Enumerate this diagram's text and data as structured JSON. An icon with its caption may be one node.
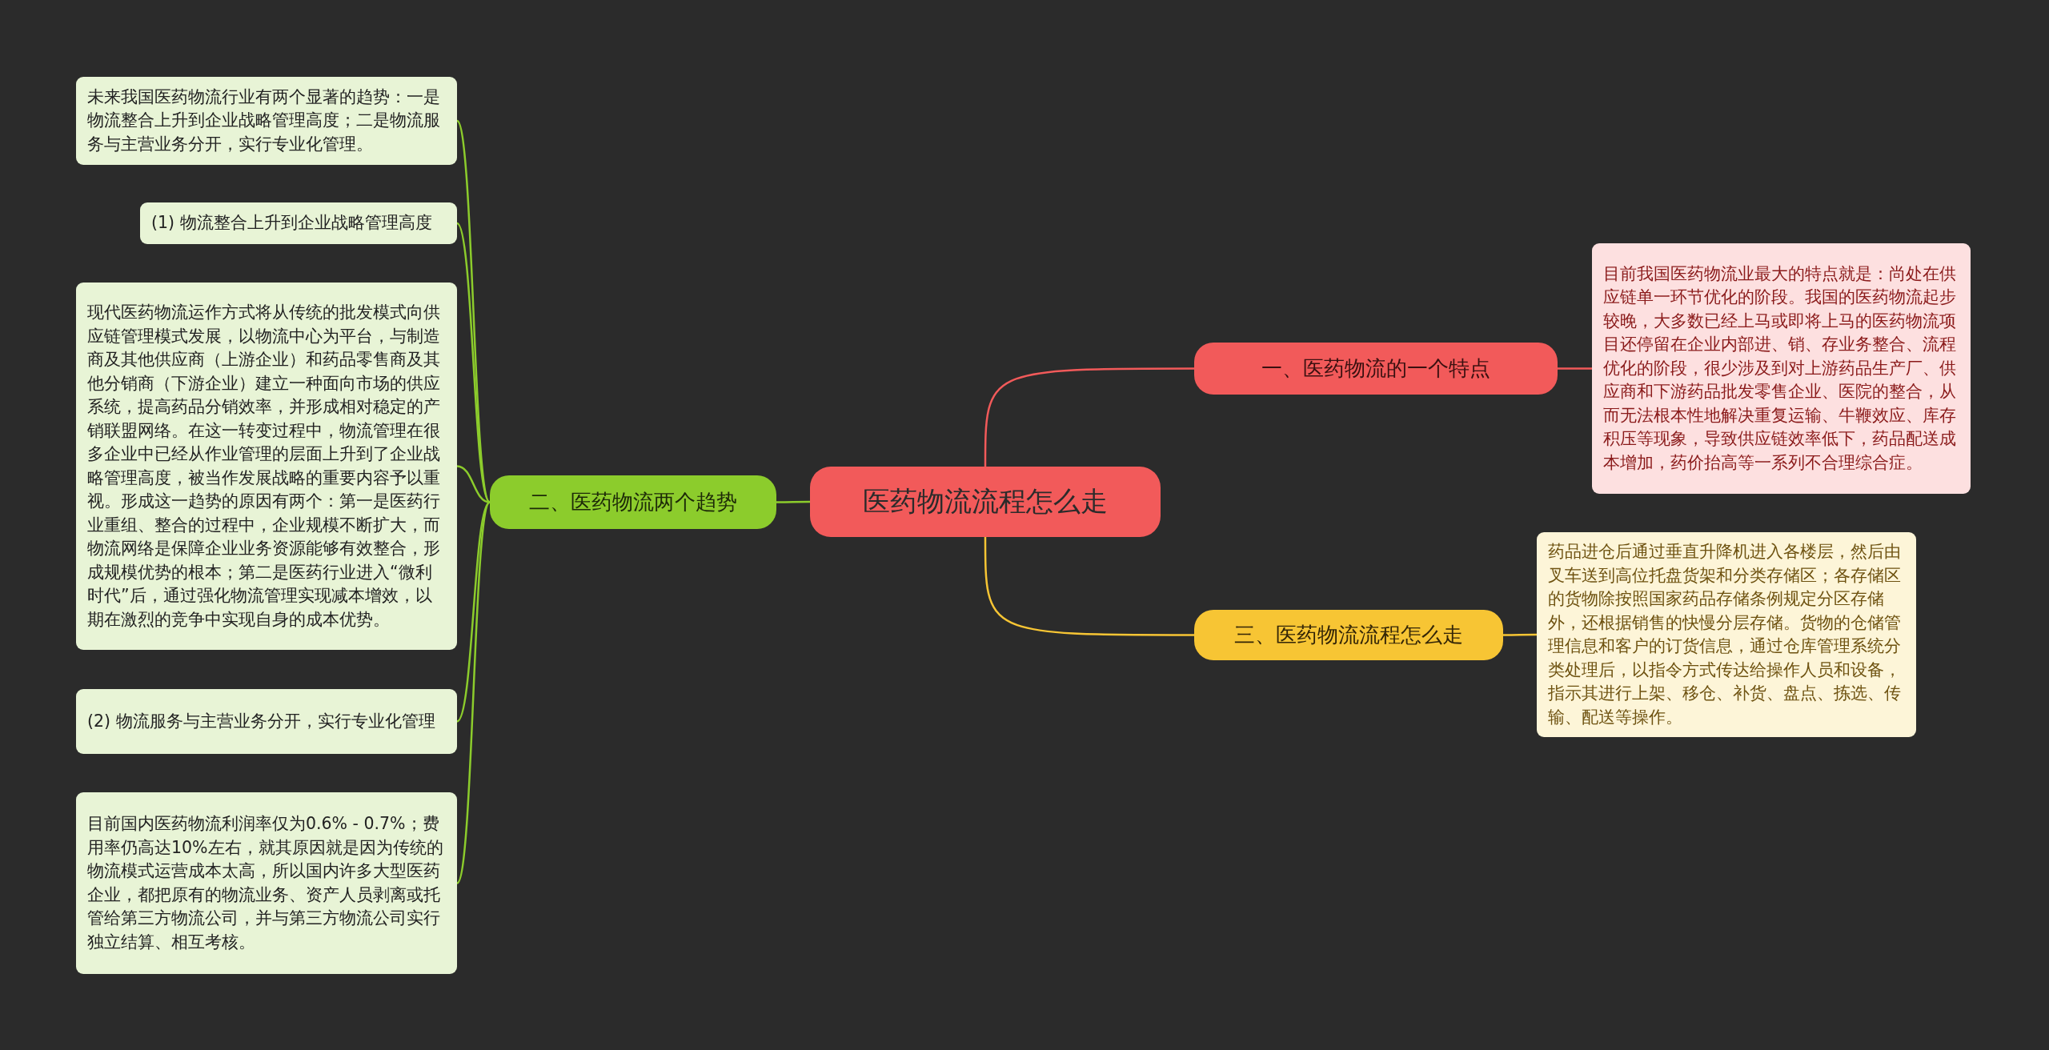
{
  "diagram": {
    "nodes": [
      {
        "text": [
          "医药物流流程怎么走"
        ]
      },
      {
        "text": [
          "一、医药物流的一个特点"
        ]
      },
      {
        "text": [
          "目前我国医药物流业最大的特点就是：尚处在供应链单一环节优化的阶段。我国的医药物流起步较晚，大多数已经上马或即将上马的医药物流项目还停留在企业内部进、销、存业务整合、流程优化的阶段，很少涉及到对上游药品生产厂、供应商和下游药品批发零售企业、医院的整合，从而无法根本性地解决重复运输、牛鞭效应、库存积压等现象，导致供应链效率低下，药品配送成本增加，药价抬高等一系列不合理综合症。"
        ]
      },
      {
        "text": [
          "二、医药物流两个趋势"
        ]
      },
      {
        "text": [
          "未来我国医药物流行业有两个显著的趋势：一是物流整合上升到企业战略管理高度；二是物流服务与主营业务分开，实行专业化管理。"
        ]
      },
      {
        "text": [
          "(1) 物流整合上升到企业战略管理高度"
        ]
      },
      {
        "text": [
          "现代医药物流运作方式将从传统的批发模式向供应链管理模式发展，以物流中心为平台，与制造商及其他供应商（上游企业）和药品零售商及其他分销商（下游企业）建立一种面向市场的供应系统，提高药品分销效率，并形成相对稳定的产销联盟网络。在这一转变过程中，物流管理在很多企业中已经从作业管理的层面上升到了企业战略管理高度，被当作发展战略的重要内容予以重视。形成这一趋势的原因有两个：第一是医药行业重组、整合的过程中，企业规模不断扩大，而物流网络是保障企业业务资源能够有效整合，形成规模优势的根本；第二是医药行业进入“微利时代”后，通过强化物流管理实现减本增效，以期在激烈的竞争中实现自身的成本优势。"
        ]
      },
      {
        "text": [
          "(2) 物流服务与主营业务分开，实行专业化管理"
        ]
      },
      {
        "text": [
          "目前国内医药物流利润率仅为0.6% -  0.7%；费用率仍高达10%左右，就其原因就是因为传统的物流模式运营成本太高，所以国内许多大型医药企业，都把原有的物流业务、资产人员剥离或托管给第三方物流公司，并与第三方物流公司实行独立结算、相互考核。"
        ]
      },
      {
        "text": [
          "三、医药物流流程怎么走"
        ]
      },
      {
        "text": [
          "药品进仓后通过垂直升降机进入各楼层，然后由叉车送到高位托盘货架和分类存储区；各存储区的货物除按照国家药品存储条例规定分区存储外，还根据销售的快慢分层存储。货物的仓储管理信息和客户的订货信息，通过仓库管理系统分类处理后，以指令方式传达给操作人员和设备，指示其进行上架、移仓、补货、盘点、拣选、传输、配送等操作。"
        ]
      }
    ],
    "edges": [
      {
        "from": 0,
        "to": 1,
        "arrow": "none",
        "color": "#f25a5a"
      },
      {
        "from": 1,
        "to": 2,
        "arrow": "none",
        "color": "#f25a5a"
      },
      {
        "from": 0,
        "to": 3,
        "arrow": "none"
      },
      {
        "from": 3,
        "to": 4,
        "arrow": "none"
      },
      {
        "from": 3,
        "to": 5,
        "arrow": "none"
      },
      {
        "from": 3,
        "to": 6,
        "arrow": "none"
      },
      {
        "from": 3,
        "to": 7,
        "arrow": "none"
      },
      {
        "from": 3,
        "to": 8,
        "arrow": "none"
      },
      {
        "from": 0,
        "to": 9,
        "arrow": "none",
        "color": "#f7c534"
      },
      {
        "from": 9,
        "to": 10,
        "arrow": "none",
        "color": "#f7c534"
      }
    ]
  }
}
